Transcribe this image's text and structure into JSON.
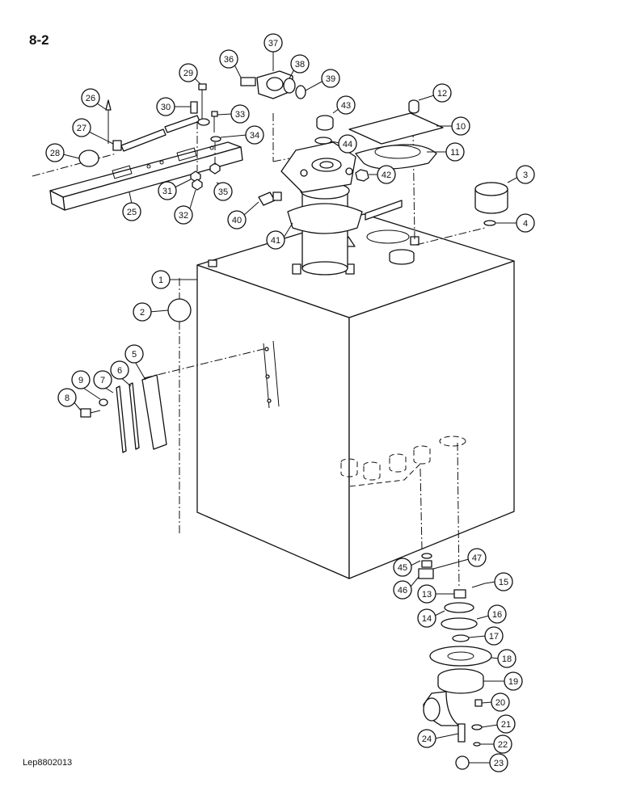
{
  "page": {
    "label": "8-2",
    "code": "Lep8802013"
  },
  "diagram": {
    "type": "exploded-parts-view",
    "callouts": [
      "1",
      "2",
      "3",
      "4",
      "5",
      "6",
      "7",
      "8",
      "9",
      "10",
      "11",
      "12",
      "13",
      "14",
      "15",
      "16",
      "17",
      "18",
      "19",
      "20",
      "21",
      "22",
      "23",
      "24",
      "25",
      "26",
      "27",
      "28",
      "29",
      "30",
      "31",
      "32",
      "33",
      "34",
      "35",
      "36",
      "37",
      "38",
      "39",
      "40",
      "41",
      "42",
      "43",
      "44",
      "45",
      "46",
      "47"
    ]
  }
}
